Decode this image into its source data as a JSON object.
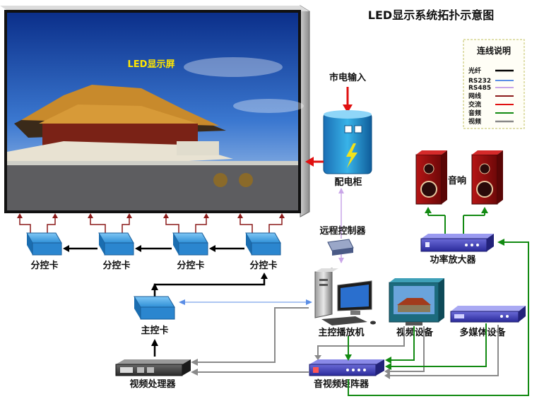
{
  "title": "LED显示系统拓扑示意图",
  "screen": {
    "label": "LED显示屏"
  },
  "power": {
    "mains_label": "市电输入",
    "cabinet_label": "配电柜"
  },
  "remote": {
    "label": "远程控制器"
  },
  "audio": {
    "speaker_label": "音响",
    "amp_label": "功率放大器"
  },
  "cards": {
    "sub_label": "分控卡",
    "main_label": "主控卡"
  },
  "computer": {
    "label": "主控播放机"
  },
  "video_device": {
    "label": "视频设备"
  },
  "multimedia": {
    "label": "多媒体设备"
  },
  "processor": {
    "label": "视频处理器"
  },
  "matrix": {
    "label": "音视频矩阵器"
  },
  "legend": {
    "title": "连线说明",
    "items": [
      {
        "label": "光纤",
        "color": "#000000"
      },
      {
        "label": "RS232",
        "color": "#5b8ee6"
      },
      {
        "label": "RS485",
        "color": "#c9a6e8"
      },
      {
        "label": "网线",
        "color": "#8b1a1a"
      },
      {
        "label": "交流",
        "color": "#e01010"
      },
      {
        "label": "音频",
        "color": "#128a12"
      },
      {
        "label": "视频",
        "color": "#888888"
      }
    ]
  }
}
